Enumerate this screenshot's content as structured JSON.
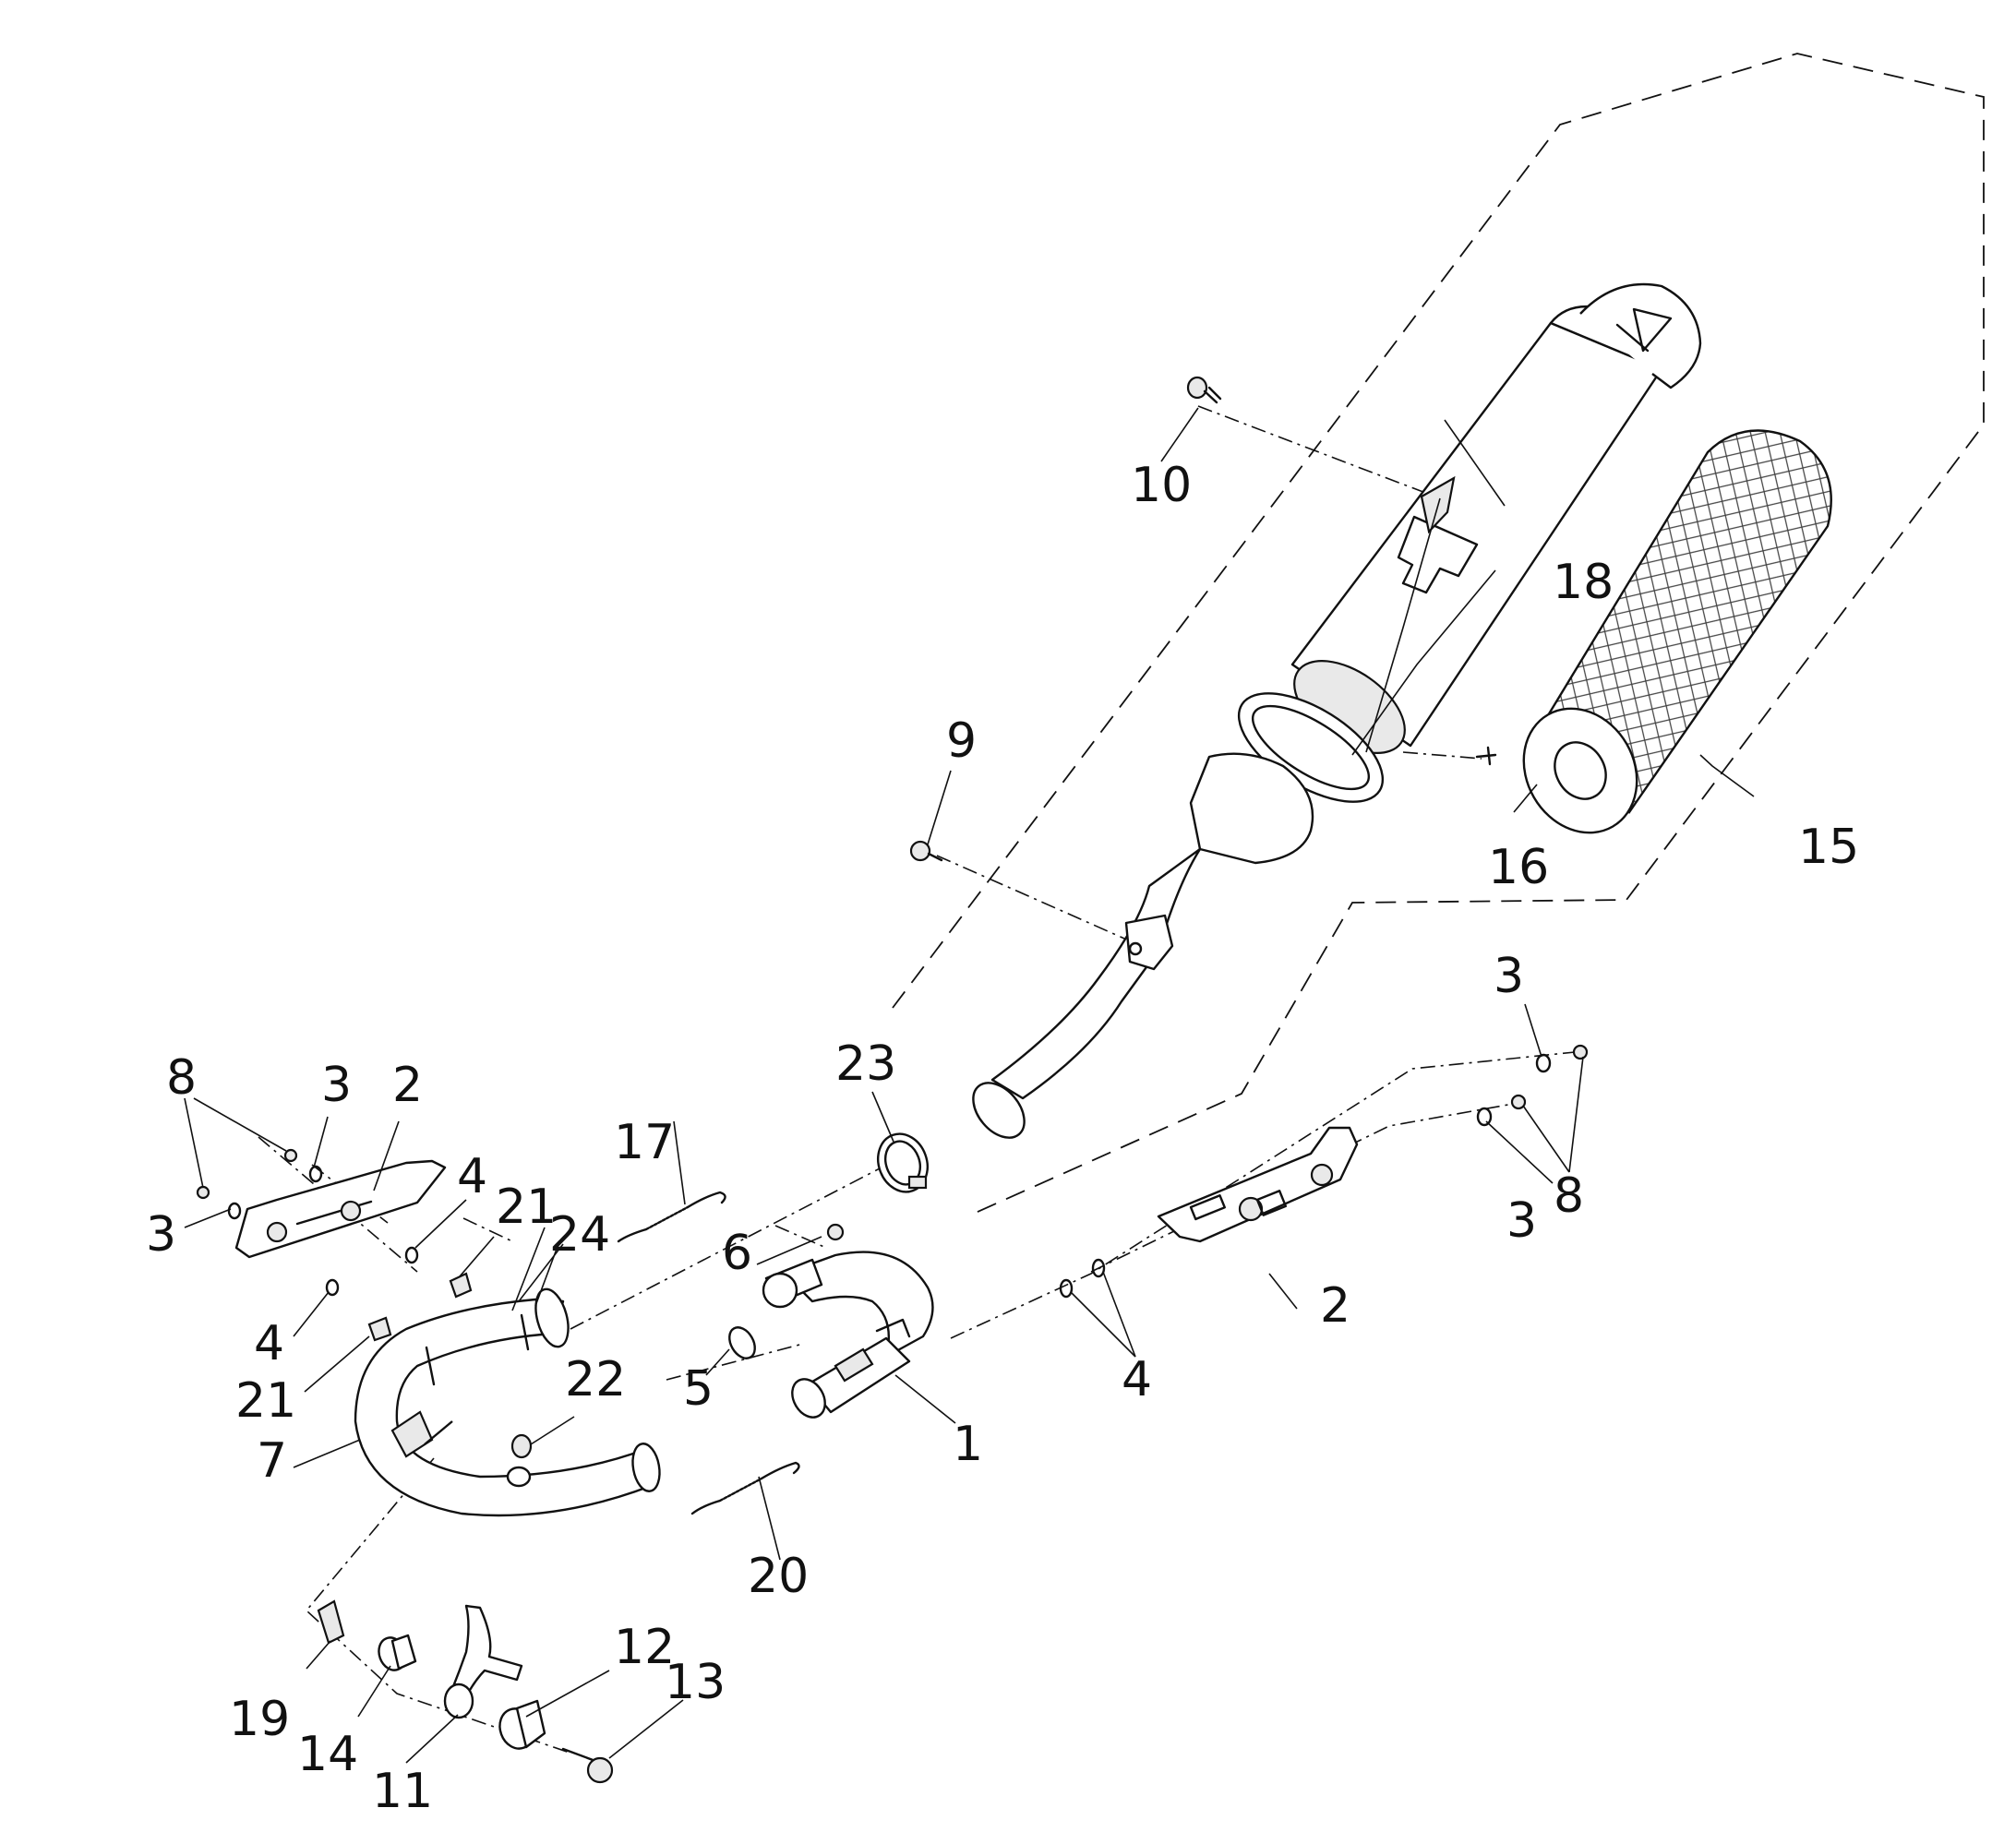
{
  "diagram": {
    "labels": {
      "l1": "1",
      "l2a": "2",
      "l2b": "2",
      "l3a": "3",
      "l3b": "3",
      "l3c": "3",
      "l3d": "3",
      "l4a": "4",
      "l4b": "4",
      "l4c": "4",
      "l5": "5",
      "l6": "6",
      "l7": "7",
      "l8a": "8",
      "l8b": "8",
      "l9": "9",
      "l10": "10",
      "l11": "11",
      "l12": "12",
      "l13": "13",
      "l14": "14",
      "l15": "15",
      "l16": "16",
      "l17": "17",
      "l18": "18",
      "l19": "19",
      "l20": "20",
      "l21a": "21",
      "l21b": "21",
      "l22": "22",
      "l23": "23",
      "l24": "24"
    }
  }
}
